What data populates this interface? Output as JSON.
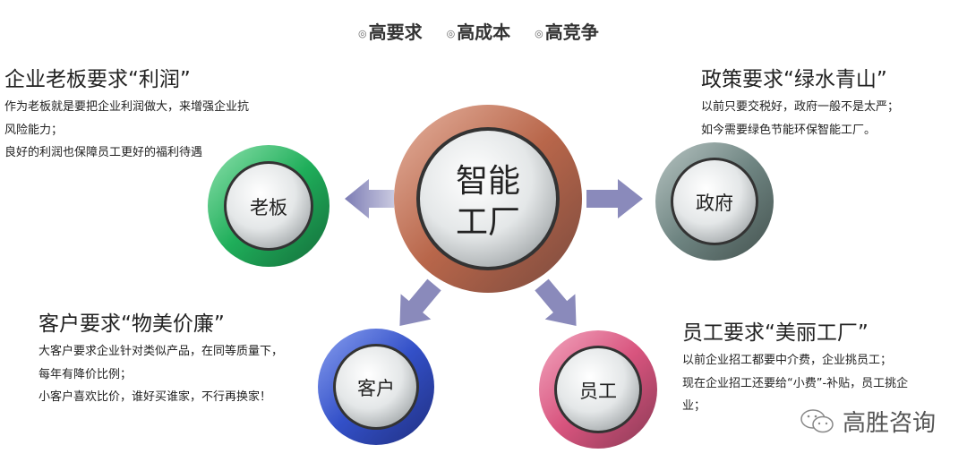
{
  "header": {
    "tags": [
      "高要求",
      "高成本",
      "高竞争"
    ],
    "bullet": "◎"
  },
  "center": {
    "line1": "智能",
    "line2": "工厂"
  },
  "nodes": {
    "boss": {
      "label": "老板",
      "color": "#1fae5a"
    },
    "gov": {
      "label": "政府",
      "color": "#6f8582"
    },
    "customer": {
      "label": "客户",
      "color": "#3350c8"
    },
    "staff": {
      "label": "员工",
      "color": "#d8547e"
    }
  },
  "blocks": {
    "boss": {
      "title": "企业老板要求“利润”",
      "lines": [
        "作为老板就是要把企业利润做大，来增强企业抗",
        "风险能力；",
        "良好的利润也保障员工更好的福利待遇"
      ]
    },
    "gov": {
      "title": "政策要求“绿水青山”",
      "lines": [
        "以前只要交税好，政府一般不是太严；",
        "如今需要绿色节能环保智能工厂。"
      ]
    },
    "customer": {
      "title": "客户要求“物美价廉”",
      "lines": [
        "大客户要求企业针对类似产品，在同等质量下，",
        "每年有降价比例；",
        "小客户喜欢比价，谁好买谁家，不行再换家！"
      ]
    },
    "staff": {
      "title": "员工要求“美丽工厂”",
      "lines": [
        "以前企业招工都要中介费，企业挑员工；",
        "现在企业招工还要给“小费”-补贴，员工挑企",
        "业；"
      ]
    }
  },
  "watermark": {
    "text": "高胜咨询"
  }
}
